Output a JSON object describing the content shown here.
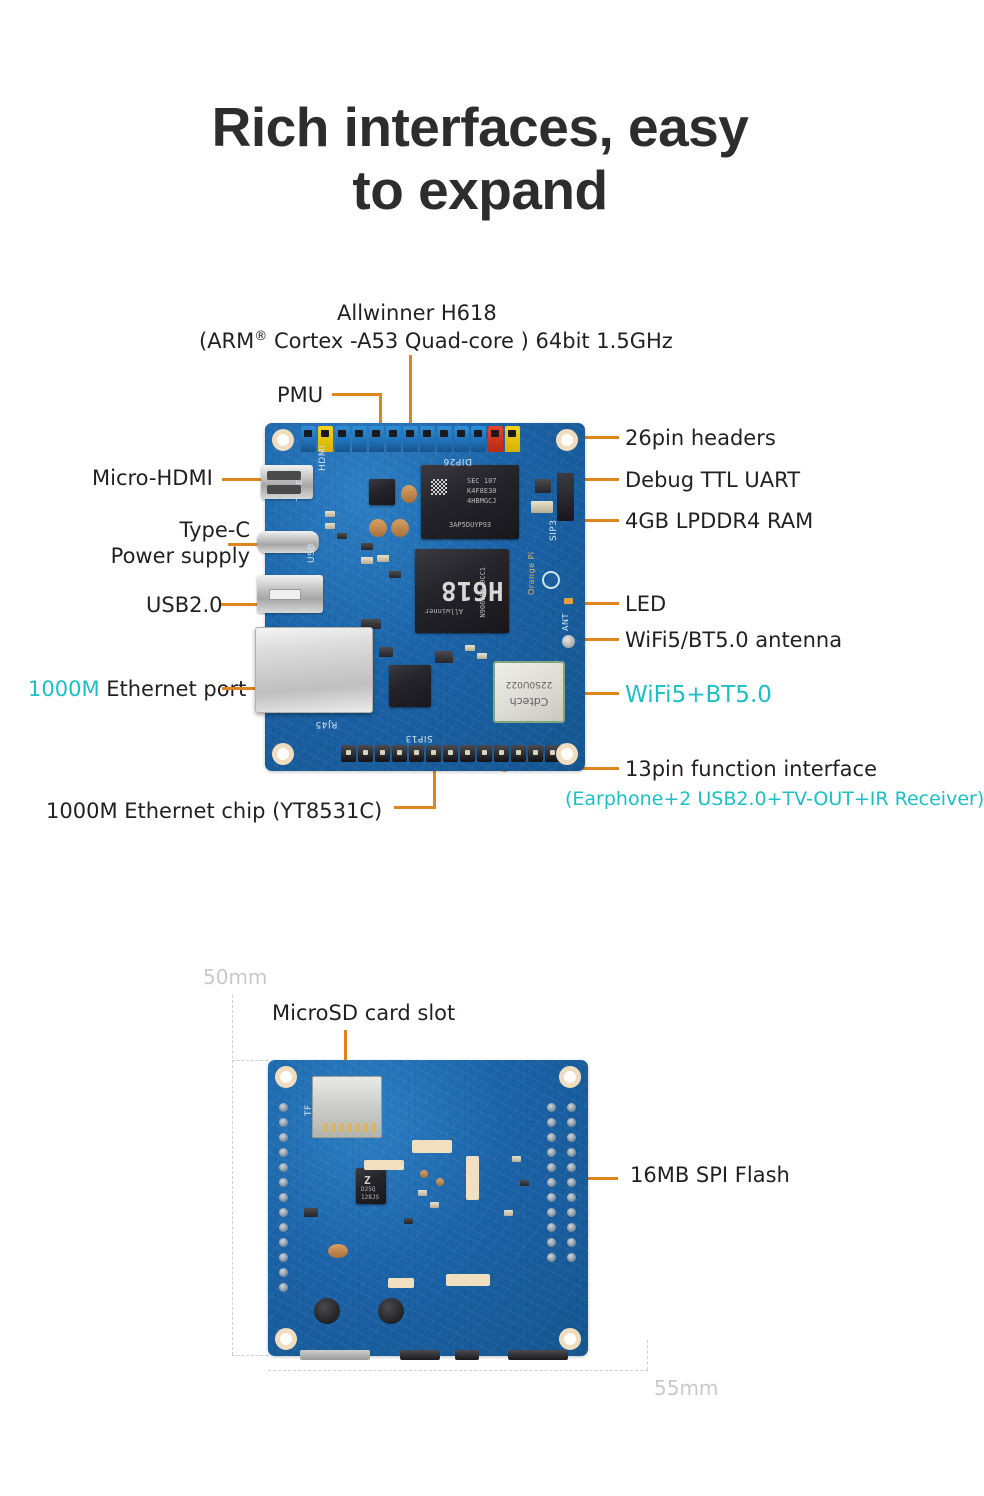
{
  "title": {
    "line1": "Rich interfaces, easy",
    "line2": "to expand"
  },
  "colors": {
    "accent_orange": "#e08420",
    "teal": "#1bbfc4",
    "text_dark": "#231f20",
    "dim_gray": "#c9c9c9",
    "pcb_blue": "#1b63a8"
  },
  "top_board": {
    "callouts": {
      "soc_line1": "Allwinner H618",
      "soc_line2_pre": "(ARM",
      "soc_line2_sup": "®",
      "soc_line2_post": " Cortex -A53 Quad-core ) 64bit 1.5GHz",
      "pmu": "PMU",
      "micro_hdmi": "Micro-HDMI",
      "typec_line1": "Type-C",
      "typec_line2": "Power supply",
      "usb20": "USB2.0",
      "ethernet_port_highlight": "1000M",
      "ethernet_port_rest": " Ethernet port",
      "ethernet_chip": "1000M Ethernet chip (YT8531C)",
      "headers_26pin": "26pin headers",
      "debug_uart": "Debug TTL UART",
      "ram": "4GB LPDDR4 RAM",
      "led": "LED",
      "antenna": "WiFi5/BT5.0 antenna",
      "wifi_bt": "WiFi5+BT5.0",
      "function_interface": "13pin function interface",
      "function_interface_sub": "(Earphone+2 USB2.0+TV-OUT+IR Receiver)"
    },
    "silkscreen": {
      "hdmi": "HDMI",
      "typec": "TYPEC1",
      "usb": "USB",
      "dip26": "DIP26",
      "sip3": "SIP3",
      "sip13": "SIP13",
      "rj45": "RJ45",
      "ant": "ANT",
      "brand": "Orange Pi"
    },
    "chips": {
      "ram_l1": "SEC 107",
      "ram_l2": "K4F8E30",
      "ram_l3": "4HBMGCJ",
      "ram_l4": "3AP5DUYP93",
      "soc_brand": "Allwinner",
      "soc_name": "H618",
      "soc_code": "N9060EA 9CC1",
      "wifi_brand": "Cdtech",
      "wifi_code": "22S0U022"
    }
  },
  "bottom_board": {
    "callouts": {
      "microsd": "MicroSD card slot",
      "spi_flash": "16MB SPI Flash",
      "dim_height": "50mm",
      "dim_width": "55mm"
    },
    "silkscreen": {
      "tf": "TF"
    },
    "chips": {
      "flash_l1": "Z",
      "flash_l2": "D25Q",
      "flash_l3": "128JS"
    }
  }
}
